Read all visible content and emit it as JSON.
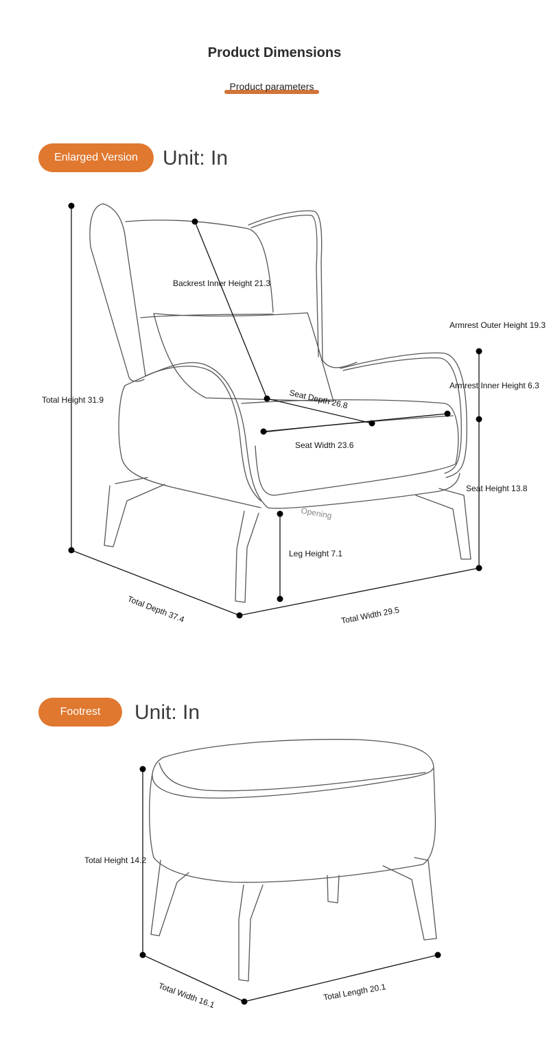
{
  "header": {
    "title": "Product Dimensions",
    "subtitle": "Product parameters"
  },
  "colors": {
    "accent": "#e0782f",
    "subtitle_bar": "#d2743a"
  },
  "chair_section": {
    "badge": "Enlarged Version",
    "unit": "Unit: In",
    "dimensions": {
      "total_height": "Total Height 31.9",
      "backrest_inner_height": "Backrest Inner Height 21.3",
      "armrest_outer_height": "Armrest Outer Height 19.3",
      "armrest_inner_height": "Armrest Inner Height 6.3",
      "seat_depth": "Seat Depth 26.8",
      "seat_width": "Seat Width 23.6",
      "seat_height": "Seat Height 13.8",
      "opening": "Opening",
      "leg_height": "Leg Height 7.1",
      "total_depth": "Total Depth 37.4",
      "total_width": "Total Width 29.5"
    }
  },
  "footrest_section": {
    "badge": "Footrest",
    "unit": "Unit: In",
    "dimensions": {
      "total_height": "Total Height 14.2",
      "total_width": "Total Width 16.1",
      "total_length": "Total Length 20.1"
    }
  }
}
